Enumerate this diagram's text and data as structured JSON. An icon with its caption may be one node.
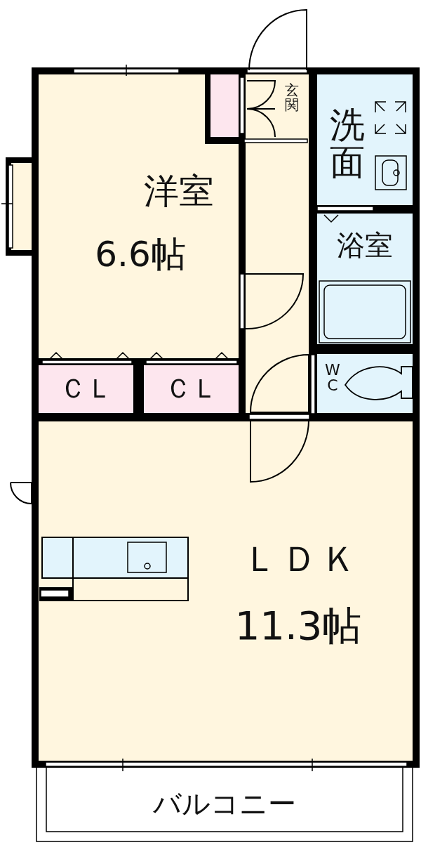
{
  "diagram": {
    "nodes": [
      {
        "text": [
          "洋室",
          "6.6帖"
        ]
      },
      {
        "text": [
          "ＣＬ"
        ]
      },
      {
        "text": [
          "ＣＬ"
        ]
      },
      {
        "text": [
          "玄関"
        ]
      },
      {
        "text": [
          "洗面"
        ]
      },
      {
        "text": [
          "浴室"
        ]
      },
      {
        "text": [
          "WC"
        ]
      },
      {
        "text": [
          "ＬＤＫ",
          "11.3帖"
        ]
      },
      {
        "text": [
          "バルコニー"
        ]
      }
    ]
  }
}
